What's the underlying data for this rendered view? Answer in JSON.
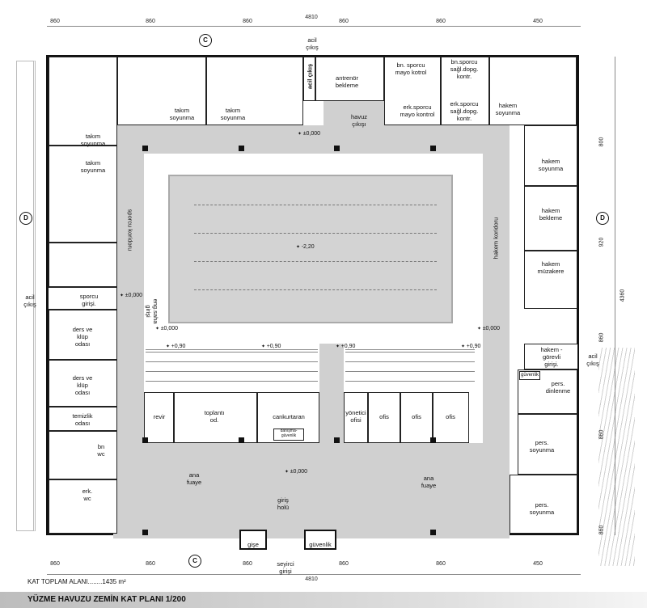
{
  "dimensions": {
    "total_width": "4810",
    "bays_top": [
      "860",
      "860",
      "860",
      "860",
      "860",
      "450"
    ],
    "bays_bottom": [
      "860",
      "860",
      "860",
      "860",
      "860",
      "450"
    ],
    "right_total": "4360",
    "right_bays": [
      "800",
      "920",
      "860",
      "860",
      "860"
    ]
  },
  "section_markers": {
    "c": "C",
    "d": "D"
  },
  "rooms": {
    "acil_cikis_top": "acil\nçıkış",
    "acil_cikis_vertical": "acil çıkış",
    "antrenor": "antrenör\nbekleme",
    "bn_mayo": "bn. sporcu\nmayo kotrol",
    "bn_saglik": "bn.sporcu\nsağl.dopg.\nkontr.",
    "erk_mayo": "erk.sporcu\nmayo kontrol",
    "erk_saglik": "erk.sporcu\nsağl.dopg.\nkontr.",
    "hakem_soyunma_1": "hakem\nsoyunma",
    "hakem_soyunma_2": "hakem\nsoyunma",
    "hakem_bekleme": "hakem\nbekleme",
    "hakem_muzakere": "hakem\nmüzakere",
    "hakem_gorevli": "hakem -\ngörevli\ngirişi.",
    "acil_cikis_right": "acil\nçıkış",
    "guvenlik_right": "güvenlik",
    "pers_dinlenme": "pers.\ndinlenme",
    "pers_soyunma_1": "pers.\nsoyunma",
    "pers_soyunma_2": "pers.\nsoyunma",
    "havuz_cikisi": "havuz\nçıkışı",
    "takim_1": "takım\nsoyunma",
    "takim_2": "takım\nsoyunma",
    "takim_3": "takım\nsoyunma",
    "takim_4": "takım\nsoyunma",
    "sporcu_koridoru": "sporcu koridoru",
    "hakem_koridoru": "hakem koridoru",
    "acil_cikis_left": "acil\nçıkış",
    "sporcu_girisi": "sporcu\ngirişi.",
    "eng_saha": "eng.saha\ngirişi",
    "ders_1": "ders ve\nklüp\nodası",
    "ders_2": "ders ve\nklüp\nodası",
    "temizlik": "temizlik\nodası",
    "bn_wc": "bn\nwc",
    "erk_wc": "erk.\nwc",
    "revir": "revir",
    "toplanti": "toplantı\nod.",
    "cankurtaran": "cankurtaran",
    "danisma": "danışma-\ngüvenlik",
    "yonetici": "yönetici\nofisi",
    "ofis_1": "ofis",
    "ofis_2": "ofis",
    "ofis_3": "ofis",
    "ana_fuaye_1": "ana\nfuaye",
    "ana_fuaye_2": "ana\nfuaye",
    "giris_holu": "giriş\nholü",
    "gise": "gişe",
    "guvenlik_bottom": "güvenlik",
    "seyirci_girisi": "seyirci\ngirişi"
  },
  "levels": {
    "top": "±0,000",
    "pool": "-2,20",
    "sporcu": "±0,000",
    "left_hall": "±0,000",
    "right_hall": "±0,000",
    "seat_1": "+0,90",
    "seat_2": "+0,90",
    "seat_3": "+0,90",
    "seat_4": "+0,90",
    "lobby": "±0,000"
  },
  "footer": {
    "area": "KAT TOPLAM ALANI........1435 m²",
    "title": "YÜZME HAVUZU ZEMİN KAT PLANI 1/200"
  }
}
